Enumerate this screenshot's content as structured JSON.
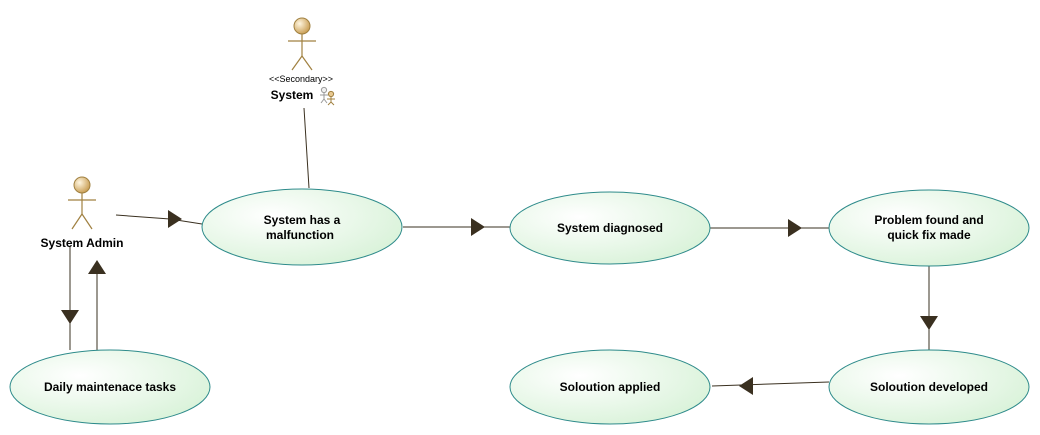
{
  "diagram": {
    "actors": [
      {
        "id": "system",
        "stereotype": "<<Secondary>>",
        "name": "System",
        "icon": "secondary-actor-icon"
      },
      {
        "id": "admin",
        "stereotype": "",
        "name": "System Admin",
        "icon": "actor-icon"
      }
    ],
    "use_cases": [
      {
        "id": "malfunction",
        "lines": [
          "System has a",
          "malfunction"
        ]
      },
      {
        "id": "diagnosed",
        "lines": [
          "System diagnosed"
        ]
      },
      {
        "id": "quickfix",
        "lines": [
          "Problem found and",
          "quick fix made"
        ]
      },
      {
        "id": "developed",
        "lines": [
          "Soloution developed"
        ]
      },
      {
        "id": "applied",
        "lines": [
          "Soloution applied"
        ]
      },
      {
        "id": "daily",
        "lines": [
          "Daily maintenace tasks"
        ]
      }
    ],
    "colors": {
      "ellipse_fill": "#e8f8e8",
      "ellipse_stroke": "#2e8b8b",
      "actor_fill": "#e8c890",
      "actor_stroke": "#a08040",
      "connector": "#3a3020"
    }
  }
}
